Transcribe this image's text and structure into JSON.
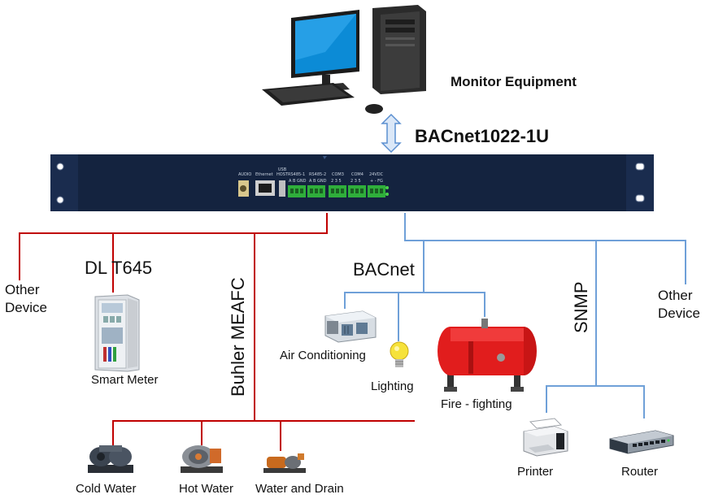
{
  "monitor": {
    "label": "Monitor Equipment",
    "icon": "desktop-computer-icon"
  },
  "gateway": {
    "label": "BACnet1022-1U",
    "ports": [
      "AUDIO",
      "Ethernet",
      "USB HOST",
      "RS485-1",
      "RS485-2",
      "COM3",
      "COM4",
      "24VDC"
    ],
    "pins": [
      "A B GND",
      "A B GND",
      "2 3 5",
      "2 3 5",
      "+ - FG"
    ]
  },
  "protocols": {
    "dlt645": "DL T645",
    "buhler": "Buhler MEAFC",
    "bacnet": "BACnet",
    "snmp": "SNMP"
  },
  "devices": {
    "other_left": "Other\nDevice",
    "smart_meter": "Smart Meter",
    "cold_water": "Cold Water",
    "hot_water": "Hot Water",
    "water_drain": "Water and Drain",
    "air_conditioning": "Air Conditioning",
    "lighting": "Lighting",
    "fire_fighting": "Fire - fighting",
    "other_right": "Other\nDevice",
    "printer": "Printer",
    "router": "Router"
  },
  "colors": {
    "red_line": "#c00000",
    "blue_line": "#6fa0d8",
    "rack": "#14233f",
    "terminal": "#2fae3b"
  }
}
